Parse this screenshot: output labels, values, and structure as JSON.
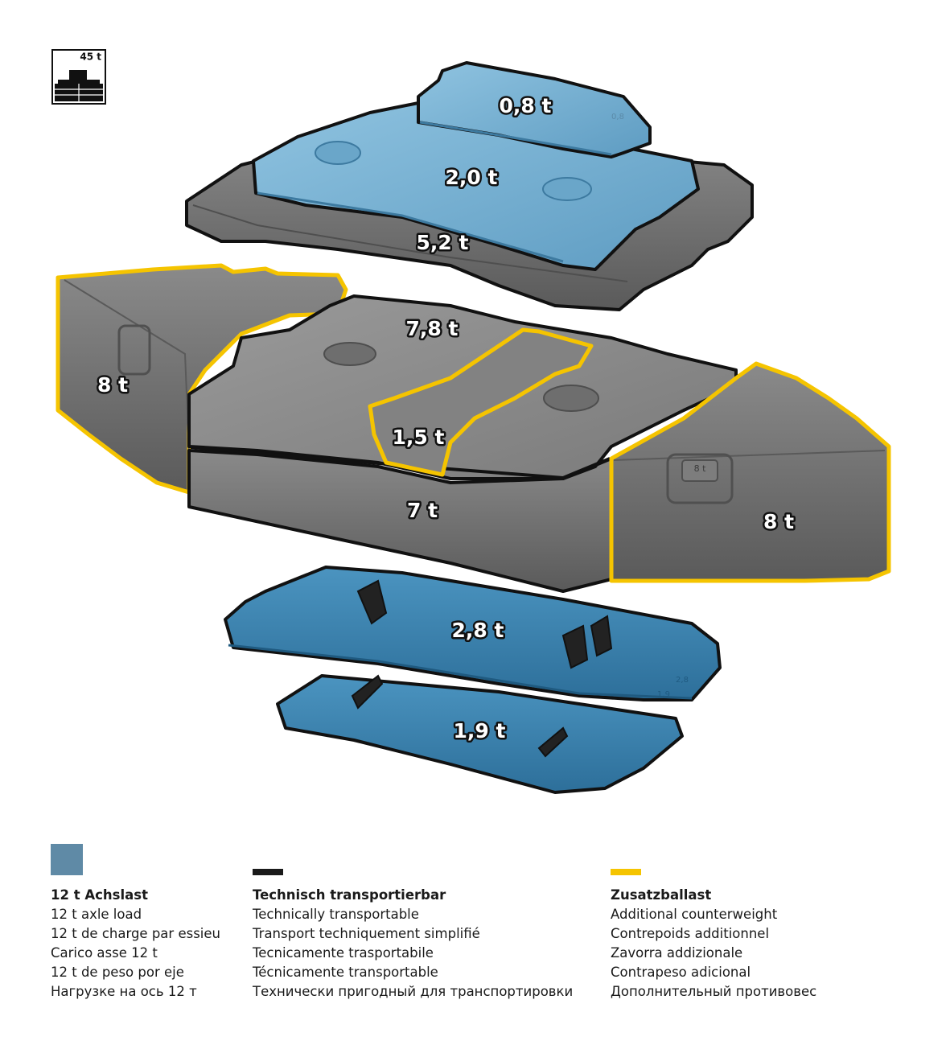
{
  "colors": {
    "axle_blue": "#5f8aa6",
    "transport_black": "#1a1a1a",
    "extra_yellow": "#f5c400",
    "block_grey": "#6d6d6d",
    "block_blue": "#4a90b8"
  },
  "badge": {
    "value": "45 t",
    "icon": "crane-on-ballast-icon"
  },
  "weights": {
    "w08": "0,8 t",
    "w20": "2,0 t",
    "w52": "5,2 t",
    "w78": "7,8 t",
    "w15": "1,5 t",
    "w7": "7 t",
    "w8_left": "8 t",
    "w8_right": "8 t",
    "w28": "2,8 t",
    "w19": "1,9 t",
    "engr_08": "0,8",
    "engr_8": "8 t",
    "engr_28": "2,8",
    "engr_19": "1,9"
  },
  "legend": {
    "axle": {
      "title": "12 t Achslast",
      "lines": [
        "12 t axle load",
        "12 t de charge par essieu",
        "Carico asse 12 t",
        "12 t de peso por eje",
        "Нагрузке на ось 12 т"
      ]
    },
    "transport": {
      "title": "Technisch transportierbar",
      "lines": [
        "Technically transportable",
        "Transport techniquement simplifié",
        "Tecnicamente trasportabile",
        "Técnicamente transportable",
        "Технически пригодный для транспортировки"
      ]
    },
    "extra": {
      "title": "Zusatzballast",
      "lines": [
        "Additional counterweight",
        "Contrepoids additionnel",
        "Zavorra addizionale",
        "Contrapeso adicional",
        "Дополнительный противовес"
      ]
    }
  }
}
